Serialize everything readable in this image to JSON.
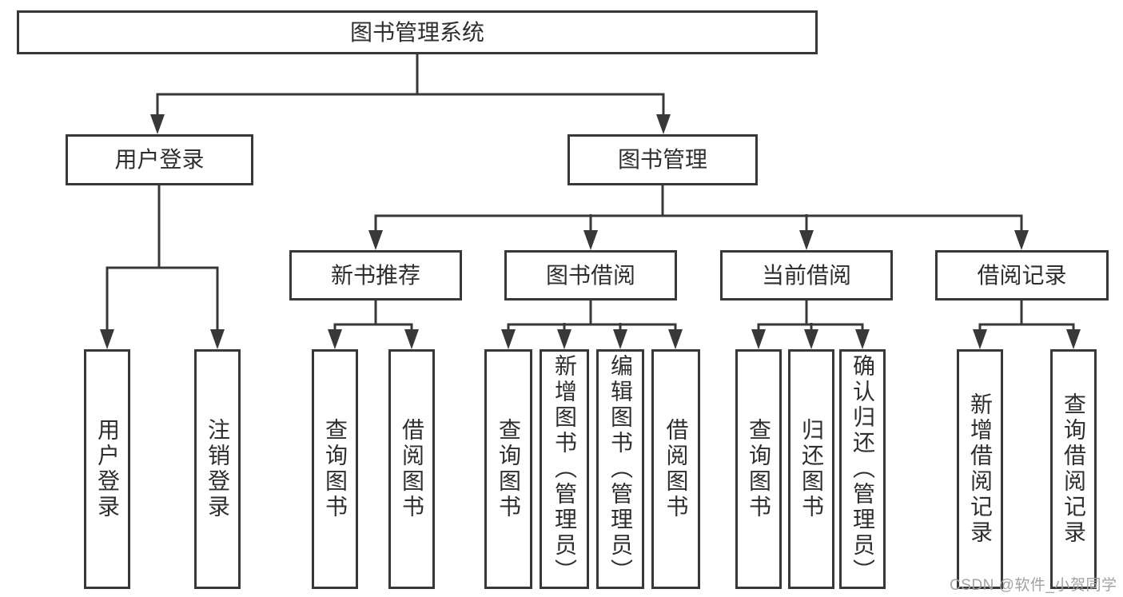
{
  "title": "图书管理系统",
  "watermark": {
    "text": "CSDN @软件_小贺同学"
  },
  "colors": {
    "line": "#383838",
    "box_border": "#383838",
    "text": "#2e2e2e",
    "watermark": "#a2a2a2",
    "background": "#ffffff"
  },
  "tree": {
    "root": {
      "label": "图书管理系统",
      "children": [
        {
          "label": "用户登录",
          "children": [
            {
              "label": "用户登录"
            },
            {
              "label": "注销登录"
            }
          ]
        },
        {
          "label": "图书管理",
          "children": [
            {
              "label": "新书推荐",
              "children": [
                {
                  "label": "查询图书"
                },
                {
                  "label": "借阅图书"
                }
              ]
            },
            {
              "label": "图书借阅",
              "children": [
                {
                  "label": "查询图书"
                },
                {
                  "label": "新增图书（管理员）"
                },
                {
                  "label": "编辑图书（管理员）"
                },
                {
                  "label": "借阅图书"
                }
              ]
            },
            {
              "label": "当前借阅",
              "children": [
                {
                  "label": "查询图书"
                },
                {
                  "label": "归还图书"
                },
                {
                  "label": "确认归还（管理员）"
                }
              ]
            },
            {
              "label": "借阅记录",
              "children": [
                {
                  "label": "新增借阅记录"
                },
                {
                  "label": "查询借阅记录"
                }
              ]
            }
          ]
        }
      ]
    }
  }
}
